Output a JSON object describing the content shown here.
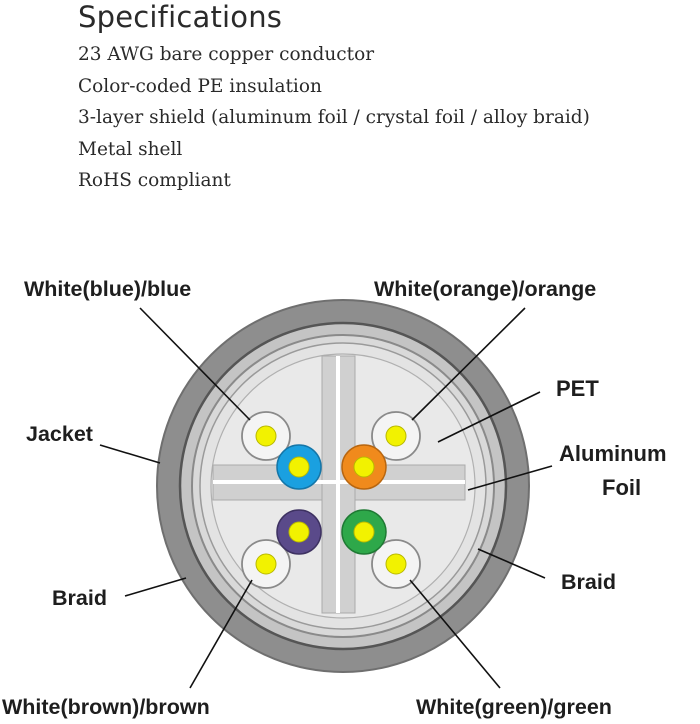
{
  "specifications": {
    "title": "Specifications",
    "items": [
      "23 AWG bare copper conductor",
      "Color-coded PE insulation",
      "3-layer shield (aluminum foil / crystal foil / alloy braid)",
      "Metal shell",
      "RoHS compliant"
    ]
  },
  "diagram": {
    "labels": {
      "white_blue": "White(blue)/blue",
      "white_orange": "White(orange)/orange",
      "pet": "PET",
      "aluminum_foil_line1": "Aluminum",
      "aluminum_foil_line2": "Foil",
      "jacket": "Jacket",
      "braid_left": "Braid",
      "braid_right": "Braid",
      "white_brown": "White(brown)/brown",
      "white_green": "White(green)/green"
    },
    "colors": {
      "jacket": "#8e8e8e",
      "conductor": "#f2f200",
      "blue": "#1aa0e0",
      "orange": "#f08a1c",
      "purple": "#5a4a8a",
      "green": "#2ea84a",
      "white_insulation": "#f4f4f4"
    }
  }
}
